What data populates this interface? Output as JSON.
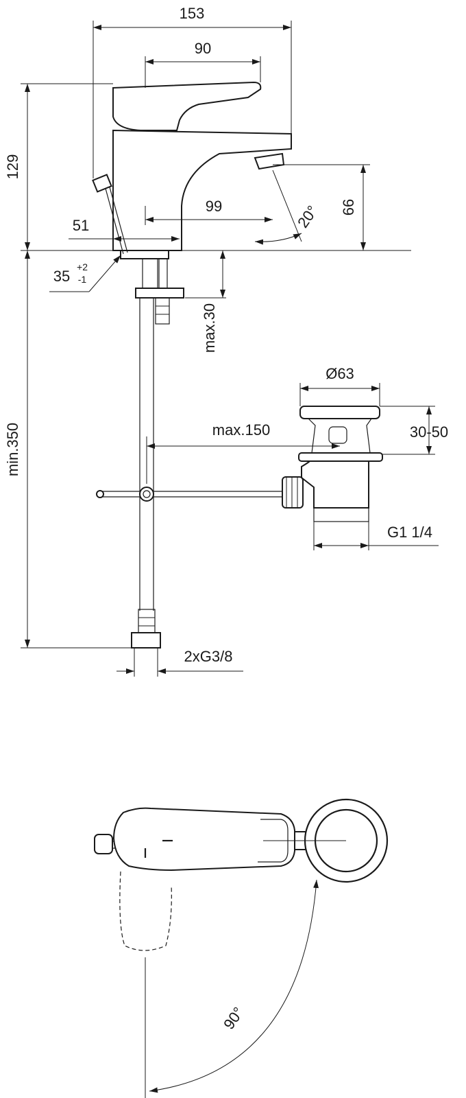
{
  "dimensions": {
    "overall_width": "153",
    "handle_width": "90",
    "overall_height": "129",
    "spout_reach": "99",
    "body_width": "51",
    "outlet_height": "66",
    "spout_angle": "20°",
    "hole_diameter": "35",
    "hole_tol_plus": "+2",
    "hole_tol_minus": "-1",
    "deck_thickness": "max.30",
    "hose_length": "min.350",
    "waste_diameter": "Ø63",
    "waste_distance": "max.150",
    "waste_height": "30-50",
    "waste_thread": "G1 1/4",
    "connections": "2xG3/8",
    "handle_rotation": "90°"
  },
  "colors": {
    "line": "#1a1a1a",
    "background": "#ffffff"
  }
}
